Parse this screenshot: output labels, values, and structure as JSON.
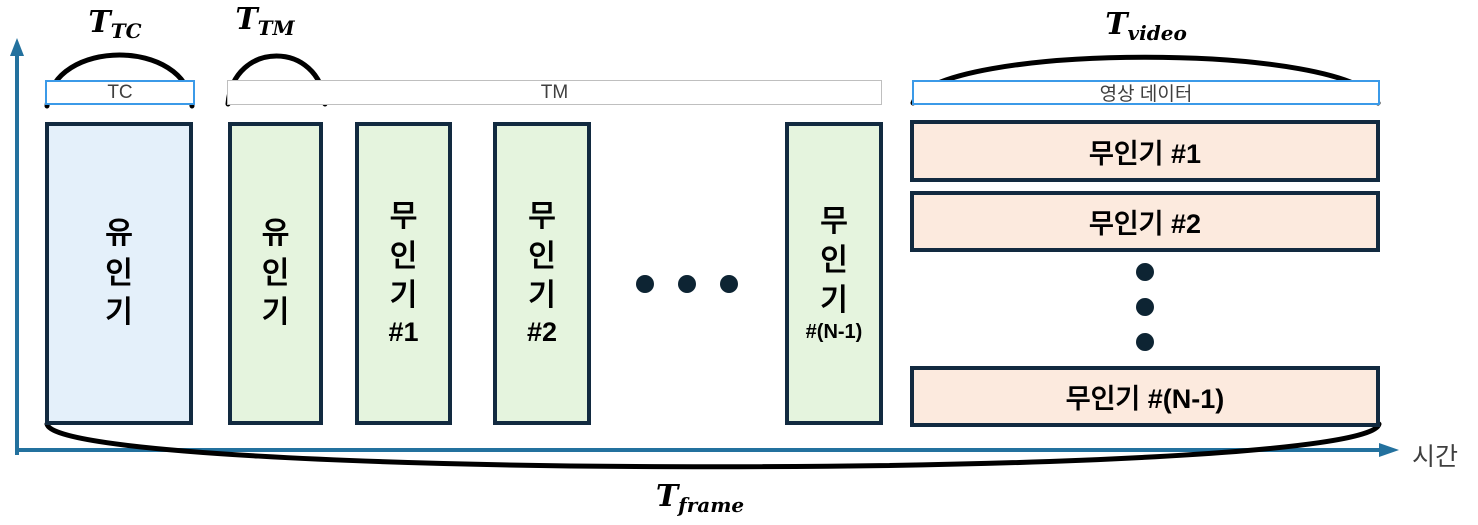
{
  "colors": {
    "axis": "#23719e",
    "box_border": "#122a40",
    "blue_fill": "#e4f0fa",
    "green_fill": "#e5f4de",
    "orange_fill": "#fceade",
    "header_blue_border": "#3b9ae8",
    "header_gray_border": "#bfbfbf",
    "brace": "#000000",
    "text_dark": "#000000",
    "header_text": "#3f3f3f"
  },
  "time_labels": {
    "t_tc": {
      "base": "T",
      "sub": "TC"
    },
    "t_tm": {
      "base": "T",
      "sub": "TM"
    },
    "t_video": {
      "base": "T",
      "sub": "video"
    },
    "t_frame": {
      "base": "T",
      "sub": "frame"
    }
  },
  "headers": {
    "tc": "TC",
    "tm": "TM",
    "video": "영상 데이터"
  },
  "columns": [
    {
      "stack": "유\n인\n기",
      "tag": ""
    },
    {
      "stack": "유\n인\n기",
      "tag": ""
    },
    {
      "stack": "무\n인\n기",
      "tag": "#1"
    },
    {
      "stack": "무\n인\n기",
      "tag": "#2"
    },
    {
      "stack": "무\n인\n기",
      "tag": "#(N-1)"
    }
  ],
  "video_rows": [
    {
      "label": "무인기 #1"
    },
    {
      "label": "무인기 #2"
    },
    {
      "label": "무인기 #(N-1)"
    }
  ],
  "axis": {
    "x_label": "시간"
  }
}
